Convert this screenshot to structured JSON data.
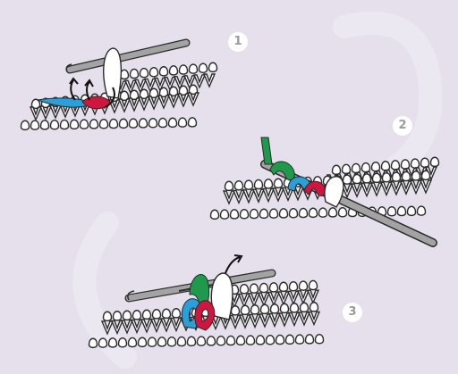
{
  "steps": [
    {
      "number": "1"
    },
    {
      "number": "2"
    },
    {
      "number": "3"
    }
  ],
  "colors": {
    "background": "#e6e0ec",
    "yarn_fill": "#ffffff",
    "yarn_outline": "#2b2b2b",
    "hook": "#9a9a9a",
    "loop_blue": "#2a9fd8",
    "loop_red": "#d0163f",
    "loop_green": "#1f9a4c",
    "arrow": "#111111"
  },
  "icons": [
    "crochet-hook-icon",
    "arrow-icon"
  ]
}
